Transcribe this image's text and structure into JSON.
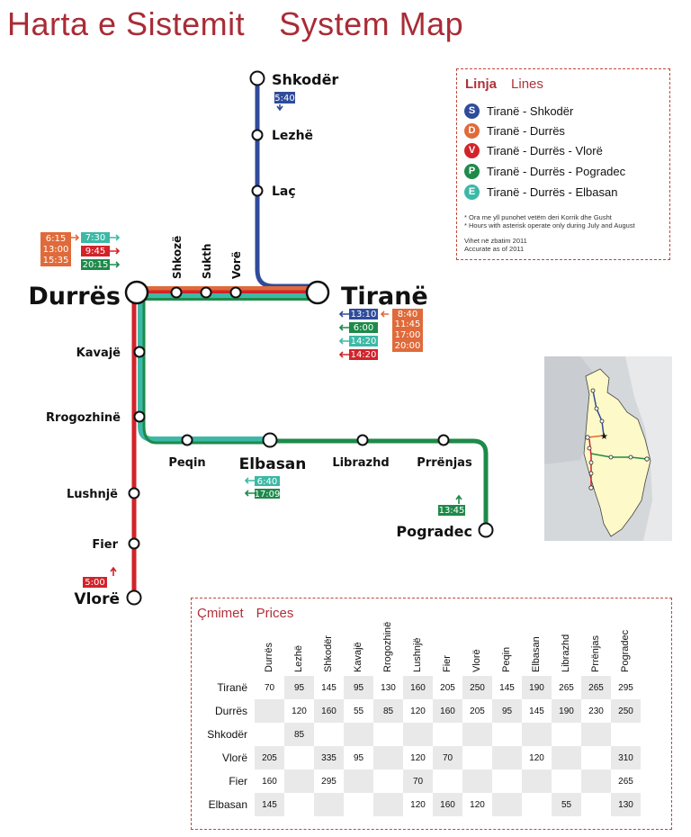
{
  "title": {
    "sq": "Harta e Sistemit",
    "en": "System Map"
  },
  "colors": {
    "S": "#2f4b9b",
    "D": "#e06a3a",
    "V": "#d2232a",
    "P": "#1e8a4a",
    "E": "#3cb9a6",
    "accent": "#a92c36"
  },
  "legend": {
    "heading_sq": "Linja",
    "heading_en": "Lines",
    "lines": [
      {
        "code": "S",
        "label": "Tiranë - Shkodër"
      },
      {
        "code": "D",
        "label": "Tiranë - Durrës"
      },
      {
        "code": "V",
        "label": "Tiranë - Durrës - Vlorë"
      },
      {
        "code": "P",
        "label": "Tiranë - Durrës - Pogradec"
      },
      {
        "code": "E",
        "label": "Tiranë - Durrës - Elbasan"
      }
    ],
    "note_sq": "* Ora me yll punohet vetëm deri Korrik dhe Gusht",
    "note_en": "* Hours with asterisk operate only during July and August",
    "valid_sq": "Vihet në zbatim 2011",
    "valid_en": "Accurate as of 2011"
  },
  "stations": {
    "shkoder": "Shkodër",
    "lezhe": "Lezhë",
    "lac": "Laç",
    "tirane": "Tiranë",
    "durres": "Durrës",
    "shkoze": "Shkozë",
    "sukth": "Sukth",
    "vore": "Vorë",
    "kavaje": "Kavajë",
    "rrogozhine": "Rrogozhinë",
    "lushnje": "Lushnjë",
    "fier": "Fier",
    "vlore": "Vlorë",
    "peqin": "Peqin",
    "elbasan": "Elbasan",
    "librazhd": "Librazhd",
    "prrenjas": "Prrënjas",
    "pogradec": "Pogradec"
  },
  "times": {
    "shkoder": [
      "5:40"
    ],
    "tirane_left": [
      "13:10",
      "6:00",
      "14:20",
      "14:20"
    ],
    "tirane_right": [
      "8:40",
      "11:45",
      "17:00",
      "20:00"
    ],
    "durres_left": [
      "6:15",
      "13:00",
      "15:35"
    ],
    "durres_mid": [
      "7:30",
      "9:45",
      "20:15"
    ],
    "elbasan": [
      "6:40",
      "17:09"
    ],
    "pogradec": [
      "13:45"
    ],
    "vlore": [
      "5:00"
    ]
  },
  "prices": {
    "heading_sq": "Çmimet",
    "heading_en": "Prices",
    "columns": [
      "Durrës",
      "Lezhë",
      "Shkodër",
      "Kavajë",
      "Rrogozhinë",
      "Lushnjë",
      "Fier",
      "Vlorë",
      "Peqin",
      "Elbasan",
      "Librazhd",
      "Prrënjas",
      "Pogradec"
    ],
    "rows": [
      {
        "from": "Tiranë",
        "values": [
          "70",
          "95",
          "145",
          "95",
          "130",
          "160",
          "205",
          "250",
          "145",
          "190",
          "265",
          "265",
          "295"
        ]
      },
      {
        "from": "Durrës",
        "values": [
          "",
          "120",
          "160",
          "55",
          "85",
          "120",
          "160",
          "205",
          "95",
          "145",
          "190",
          "230",
          "250"
        ]
      },
      {
        "from": "Shkodër",
        "values": [
          "",
          "85",
          "",
          "",
          "",
          "",
          "",
          "",
          "",
          "",
          "",
          "",
          ""
        ]
      },
      {
        "from": "Vlorë",
        "values": [
          "205",
          "",
          "335",
          "95",
          "",
          "120",
          "70",
          "",
          "",
          "120",
          "",
          "",
          "310"
        ]
      },
      {
        "from": "Fier",
        "values": [
          "160",
          "",
          "295",
          "",
          "",
          "70",
          "",
          "",
          "",
          "",
          "",
          "",
          "265"
        ]
      },
      {
        "from": "Elbasan",
        "values": [
          "145",
          "",
          "",
          "",
          "",
          "120",
          "160",
          "120",
          "",
          "",
          "55",
          "",
          "130"
        ]
      }
    ]
  }
}
